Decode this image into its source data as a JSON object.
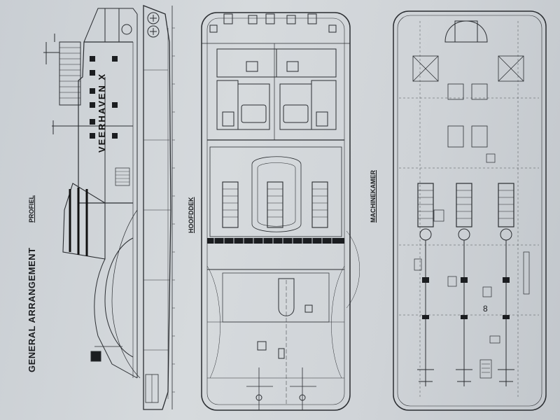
{
  "drawing": {
    "title": "GENERAL ARRANGEMENT",
    "views": {
      "profile": "PROFIEL",
      "main_deck": "HOOFDDEK",
      "engine_room": "MACHINEKAMER"
    },
    "vessel_name": "VEERHAVEN X"
  },
  "colors": {
    "paper": "#d2d6da",
    "ink": "#1b1d20",
    "fine_line": "#3a3d42"
  }
}
